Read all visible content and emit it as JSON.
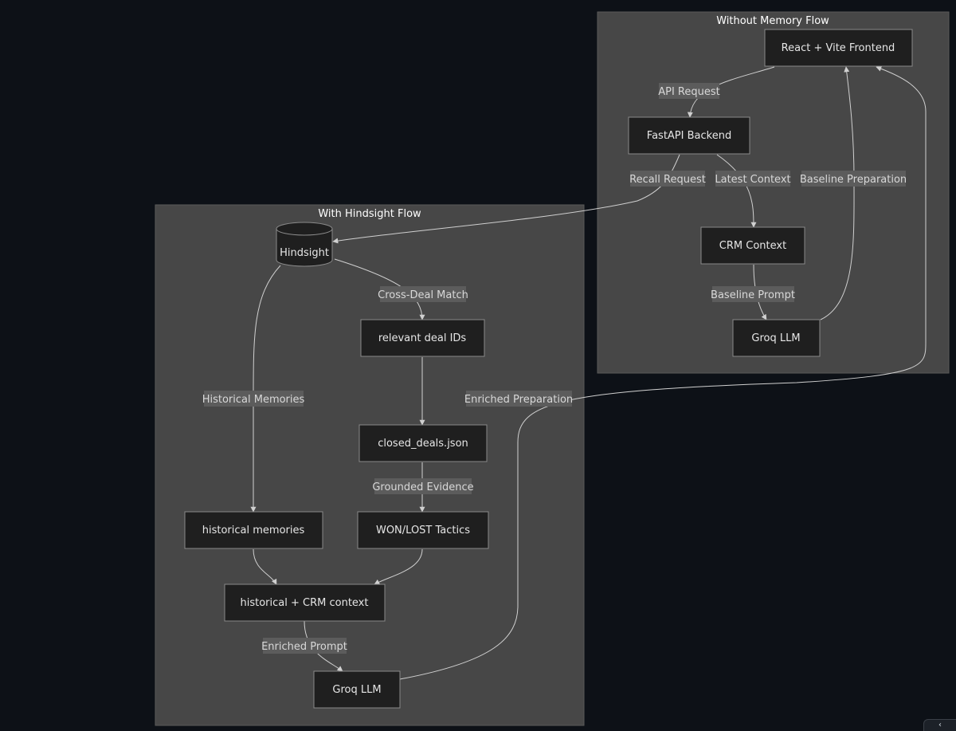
{
  "clusters": {
    "without_memory": {
      "title": "Without Memory Flow"
    },
    "with_hindsight": {
      "title": "With Hindsight Flow"
    }
  },
  "nodes": {
    "frontend": "React + Vite Frontend",
    "backend": "FastAPI Backend",
    "crm_context": "CRM Context",
    "groq_baseline": "Groq LLM",
    "hindsight": "Hindsight",
    "deal_ids": "relevant deal IDs",
    "closed_deals": "closed_deals.json",
    "historical_memories": "historical memories",
    "tactics": "WON/LOST Tactics",
    "merged_context": "historical + CRM context",
    "groq_enriched": "Groq LLM"
  },
  "edge_labels": {
    "api_request": "API Request",
    "recall_request": "Recall Request",
    "latest_context": "Latest Context",
    "baseline_preparation": "Baseline Preparation",
    "baseline_prompt": "Baseline Prompt",
    "cross_deal_match": "Cross-Deal Match",
    "historical_memories": "Historical Memories",
    "enriched_preparation": "Enriched Preparation",
    "grounded_evidence": "Grounded Evidence",
    "enriched_prompt": "Enriched Prompt"
  },
  "colors": {
    "background": "#0d1117",
    "cluster_fill": "#474747",
    "node_fill": "#1f1f1f",
    "edge": "#d0d0d0",
    "label_bg": "#5c5c5c"
  },
  "corner_button": {
    "icon": "chevron-icon",
    "glyph": "‹"
  }
}
